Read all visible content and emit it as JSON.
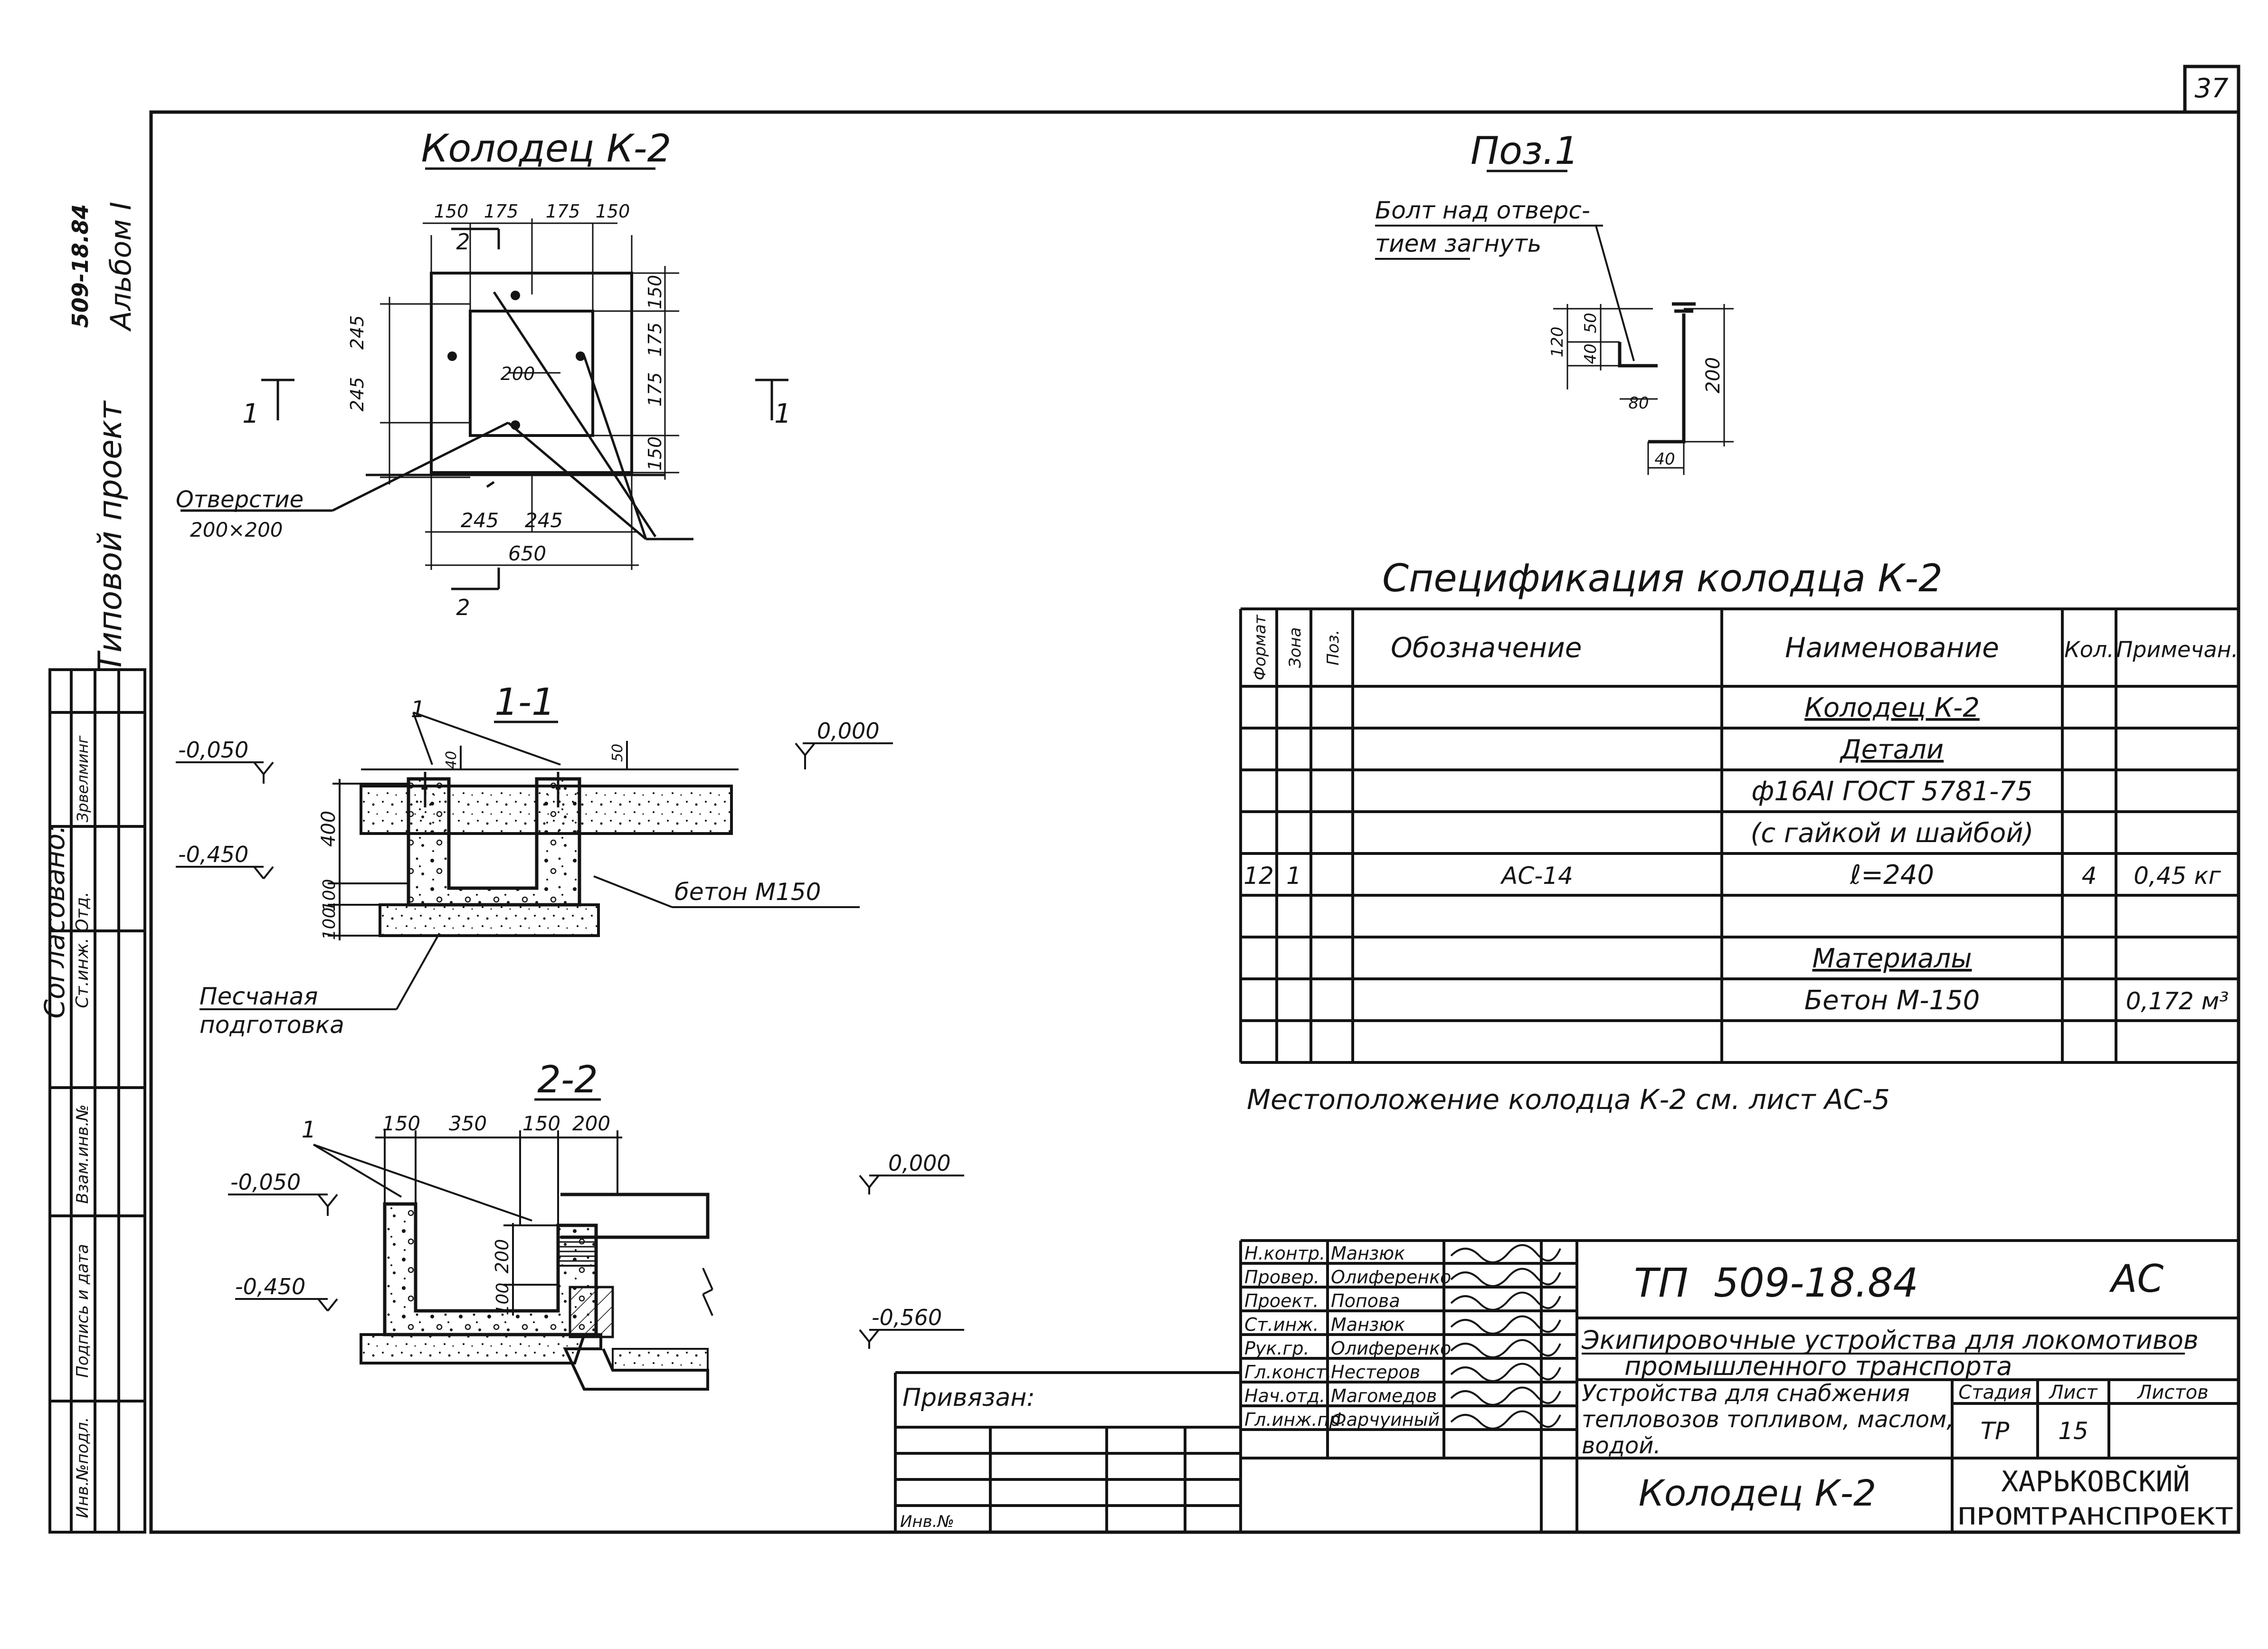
{
  "sheet_corner_number": "37",
  "side_stamp": {
    "project_code": "509-18.84",
    "album": "Альбом I",
    "title": "Типовой проект",
    "agreed": "Согласовано:",
    "agreed_col1": "Ст.инж. Отд.",
    "agreed_col2": "Зрвелминг",
    "inv_cols": [
      "Инв.№подл.",
      "Подпись и дата",
      "Взам.инв.№"
    ]
  },
  "well_plan": {
    "title": "Колодец К-2",
    "top_dims": [
      "150",
      "175",
      "175",
      "150"
    ],
    "right_dims": [
      "150",
      "175",
      "175",
      "150"
    ],
    "left_dims": [
      "245",
      "245"
    ],
    "inner_dim": "200",
    "bottom_dims": [
      "245",
      "245"
    ],
    "total_dim": "650",
    "section_2": "2",
    "section_1": "1",
    "opening_label": "Отверстие",
    "opening_size": "200×200"
  },
  "pos1": {
    "title": "Поз.1",
    "note_line1": "Болт над отверс-",
    "note_line2": "тием загнуть",
    "dims": [
      "120",
      "50",
      "40",
      "80",
      "200",
      "40"
    ]
  },
  "section_1_1": {
    "title": "1-1",
    "level_left_top": "-0,050",
    "level_left_bottom": "-0,450",
    "level_right": "0,000",
    "dims_vertical": [
      "400",
      "100",
      "100"
    ],
    "dims_small": [
      "40",
      "50"
    ],
    "concrete": "бетон М150",
    "sand_line1": "Песчаная",
    "sand_line2": "подготовка",
    "pos_mark": "1"
  },
  "section_2_2": {
    "title": "2-2",
    "top_dims": [
      "150",
      "350",
      "150",
      "200"
    ],
    "level_left_top": "-0,050",
    "level_left_bottom": "-0,450",
    "level_right_top": "0,000",
    "level_right_bottom": "-0,560",
    "dims_vertical": [
      "200",
      "100"
    ],
    "pos_mark": "1"
  },
  "spec": {
    "title": "Спецификация колодца К-2",
    "headers": [
      "Формат",
      "Зона",
      "Поз.",
      "Обозначение",
      "Наименование",
      "Кол.",
      "Примечан."
    ],
    "rows": [
      {
        "format": "",
        "zone": "",
        "pos": "",
        "designation": "",
        "name": "Колодец К-2",
        "qty": "",
        "note": "",
        "underline": true
      },
      {
        "format": "",
        "zone": "",
        "pos": "",
        "designation": "",
        "name": "Детали",
        "qty": "",
        "note": "",
        "underline": true
      },
      {
        "format": "",
        "zone": "",
        "pos": "",
        "designation": "",
        "name": "ф16АI ГОСТ 5781-75",
        "qty": "",
        "note": "",
        "underline": false
      },
      {
        "format": "",
        "zone": "",
        "pos": "",
        "designation": "",
        "name": "(с гайкой и шайбой)",
        "qty": "",
        "note": "",
        "underline": false
      },
      {
        "format": "12",
        "zone": "1",
        "pos": "",
        "designation": "АС-14",
        "name": "ℓ=240",
        "qty": "4",
        "note": "0,45 кг",
        "underline": false
      },
      {
        "format": "",
        "zone": "",
        "pos": "",
        "designation": "",
        "name": "",
        "qty": "",
        "note": "",
        "underline": false
      },
      {
        "format": "",
        "zone": "",
        "pos": "",
        "designation": "",
        "name": "Материалы",
        "qty": "",
        "note": "",
        "underline": true
      },
      {
        "format": "",
        "zone": "",
        "pos": "",
        "designation": "",
        "name": "Бетон М-150",
        "qty": "",
        "note": "0,172 м³",
        "underline": false
      },
      {
        "format": "",
        "zone": "",
        "pos": "",
        "designation": "",
        "name": "",
        "qty": "",
        "note": "",
        "underline": false
      }
    ],
    "location_note": "Местоположение колодца К-2 см. лист АС-5"
  },
  "title_block": {
    "signers": [
      {
        "role": "Н.контр.",
        "name": "Манзюк"
      },
      {
        "role": "Провер.",
        "name": "Олиференко"
      },
      {
        "role": "Проект.",
        "name": "Попова"
      },
      {
        "role": "Ст.инж.",
        "name": "Манзюк"
      },
      {
        "role": "Рук.гр.",
        "name": "Олиференко"
      },
      {
        "role": "Гл.конст.",
        "name": "Нестеров"
      },
      {
        "role": "Нач.отд.",
        "name": "Магомедов"
      },
      {
        "role": "Гл.инж.пр.",
        "name": "Фарчуиный"
      }
    ],
    "code": "ТП  509-18.84",
    "mark": "АС",
    "project_line1": "Экипировочные устройства для локомотивов",
    "project_line2": "промышленного транспорта",
    "object_line1": "Устройства для снабжения",
    "object_line2": "тепловозов топливом, маслом,",
    "object_line3": "водой.",
    "stage_label": "Стадия",
    "sheet_label": "Лист",
    "sheets_label": "Листов",
    "stage": "ТР",
    "sheet": "15",
    "sheet_title": "Колодец К-2",
    "org_line1": "ХАРЬКОВСКИЙ",
    "org_line2": "ПРОМТРАНСПРОЕКТ",
    "bound": "Привязан:",
    "inv": "Инв.№"
  }
}
